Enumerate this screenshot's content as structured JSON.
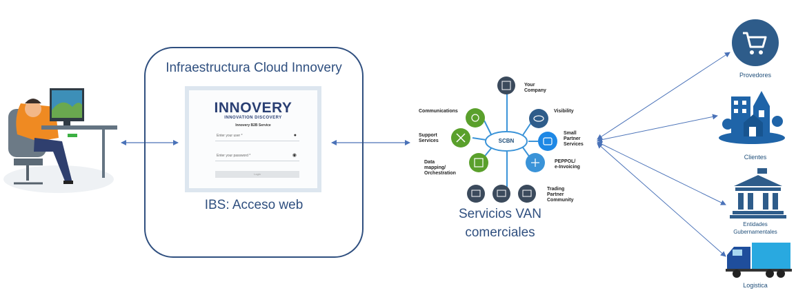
{
  "cloud": {
    "title": "Infraestructura Cloud Innovery",
    "ibs_label": "IBS: Acceso web"
  },
  "login": {
    "brand": "INNOVERY",
    "brand_sub": "INNOVATION DISCOVERY",
    "service": "Innovery B2B Service",
    "user_placeholder": "Enter your user *",
    "password_placeholder": "Enter your password *",
    "login_button": "Login"
  },
  "van": {
    "label_line1": "Servicios VAN",
    "label_line2": "comerciales",
    "hub": "SCBN",
    "services": {
      "your_company": [
        "Your",
        "Company"
      ],
      "visibility": [
        "Visibility"
      ],
      "small_partner": [
        "Small",
        "Partner",
        "Services"
      ],
      "peppol": [
        "PEPPOL/",
        "e-Invoicing"
      ],
      "trading": [
        "Trading",
        "Partner",
        "Community"
      ],
      "data_mapping": [
        "Data",
        "mapping/",
        "Orchestration"
      ],
      "support": [
        "Support",
        "Services"
      ],
      "communications": [
        "Communications"
      ]
    }
  },
  "categories": {
    "proveedores": "Provedores",
    "clientes": "Clientes",
    "entidades_line1": "Entidades",
    "entidades_line2": "Gubernamentales",
    "logistica": "Logistica"
  },
  "colors": {
    "primary": "#2f4f7f",
    "arrow": "#4a72b8",
    "icon_blue": "#2e5c8a",
    "green": "#5aa02c",
    "light_blue": "#3a93d8"
  }
}
